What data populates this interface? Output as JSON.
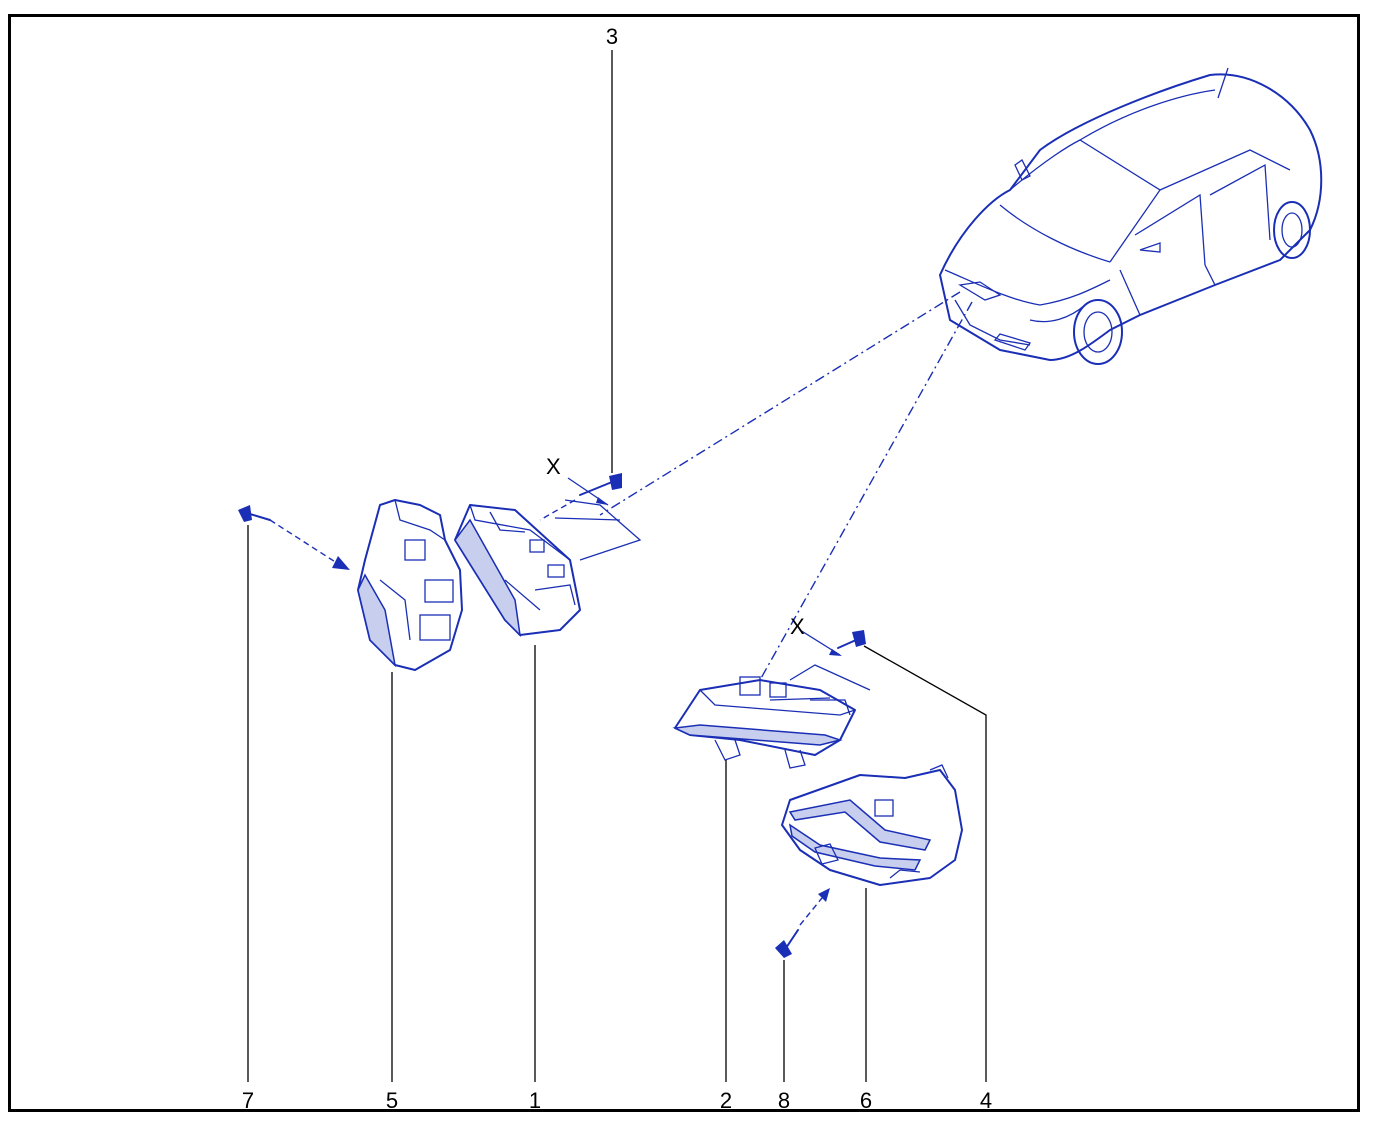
{
  "callouts": {
    "c1": "1",
    "c2": "2",
    "c3": "3",
    "c4": "4",
    "c5": "5",
    "c6": "6",
    "c7": "7",
    "c8": "8"
  },
  "marks": {
    "x_left": "X",
    "x_right": "X"
  },
  "colors": {
    "ink": "#1a2fb5",
    "frame": "#000000"
  }
}
